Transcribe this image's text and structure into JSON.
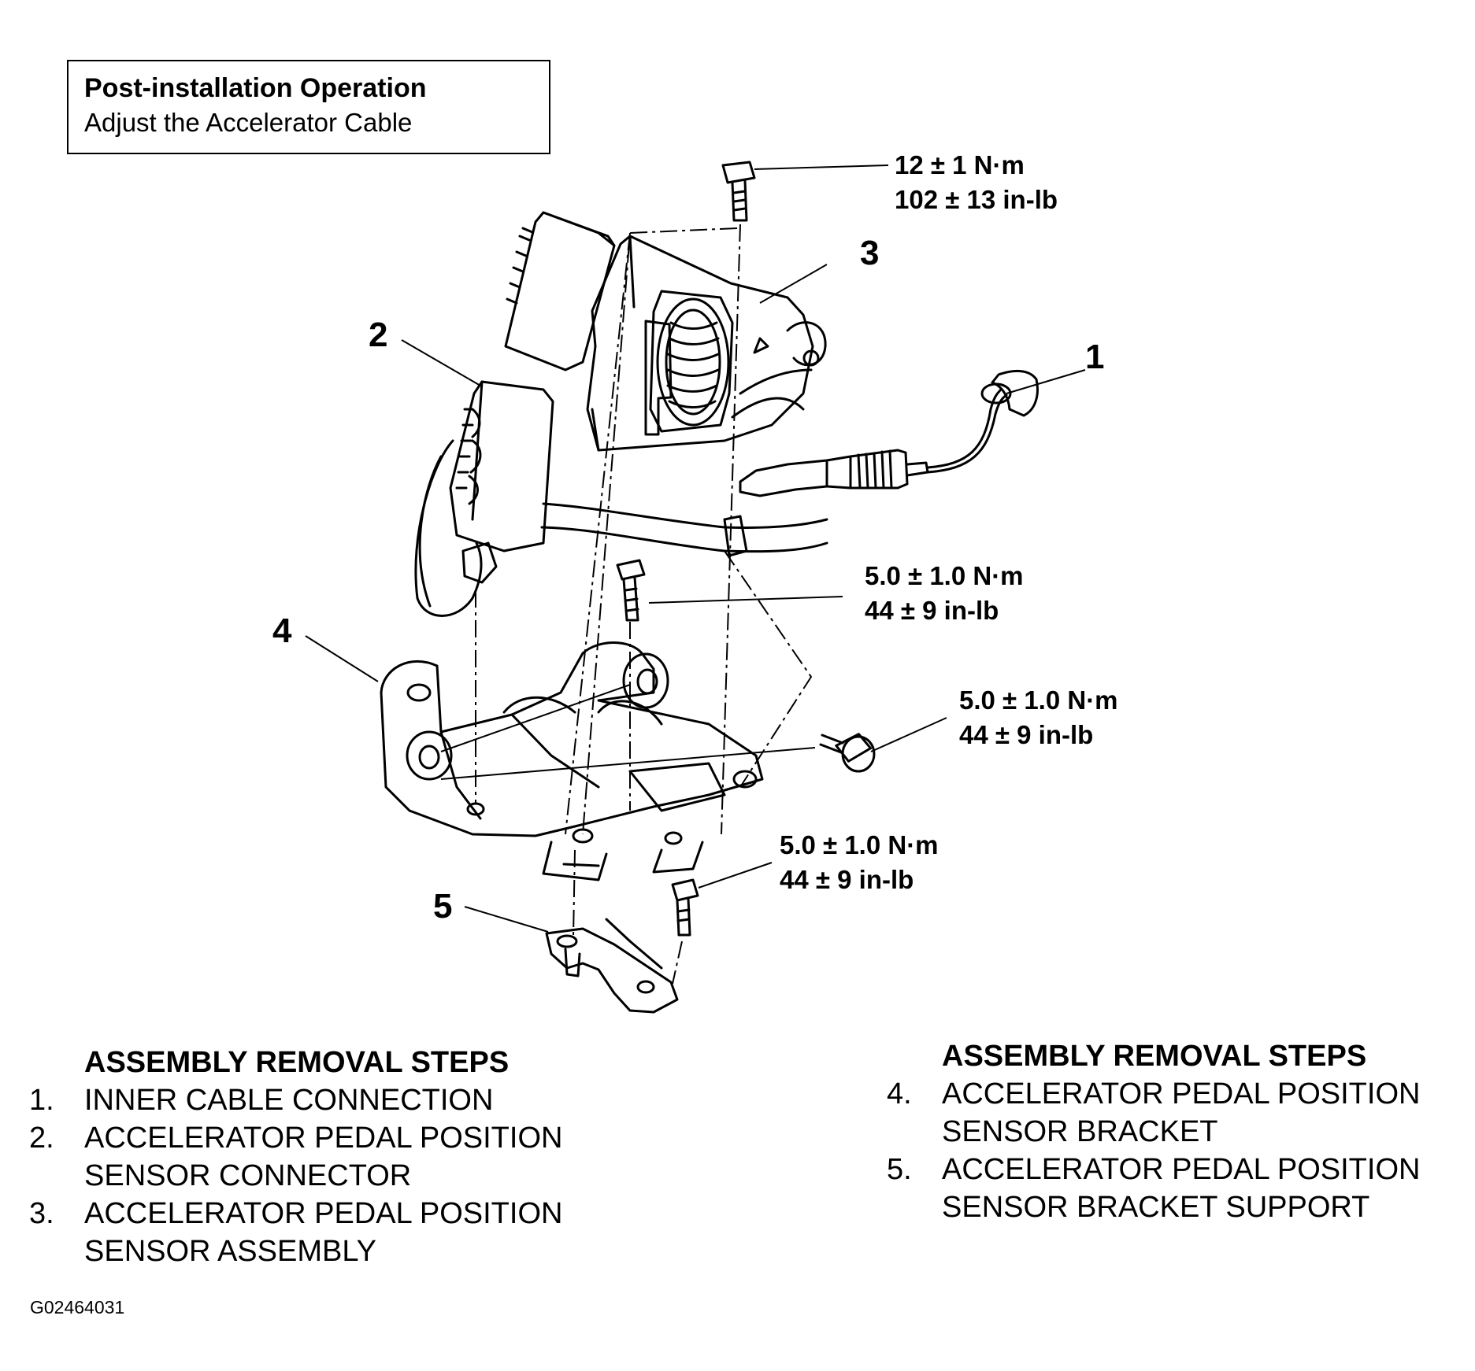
{
  "post_installation": {
    "title": "Post-installation Operation",
    "text": "Adjust the Accelerator Cable"
  },
  "torque_specs": [
    {
      "nm": "12 ± 1 N·m",
      "inlb": "102 ± 13 in-lb"
    },
    {
      "nm": "5.0 ± 1.0 N·m",
      "inlb": "44 ± 9 in-lb"
    },
    {
      "nm": "5.0 ± 1.0 N·m",
      "inlb": "44 ± 9 in-lb"
    },
    {
      "nm": "5.0 ± 1.0 N·m",
      "inlb": "44 ± 9 in-lb"
    }
  ],
  "callouts": [
    "1",
    "2",
    "3",
    "4",
    "5"
  ],
  "steps_left": {
    "title": "ASSEMBLY REMOVAL STEPS",
    "items": [
      {
        "num": "1.",
        "text": "INNER CABLE CONNECTION"
      },
      {
        "num": "2.",
        "text": "ACCELERATOR PEDAL POSITION\nSENSOR CONNECTOR"
      },
      {
        "num": "3.",
        "text": "ACCELERATOR PEDAL POSITION\nSENSOR ASSEMBLY"
      }
    ]
  },
  "steps_right": {
    "title": "ASSEMBLY REMOVAL STEPS",
    "items": [
      {
        "num": "4.",
        "text": "ACCELERATOR PEDAL POSITION\nSENSOR BRACKET"
      },
      {
        "num": "5.",
        "text": "ACCELERATOR PEDAL POSITION\nSENSOR BRACKET SUPPORT"
      }
    ]
  },
  "figure_code": "G02464031"
}
